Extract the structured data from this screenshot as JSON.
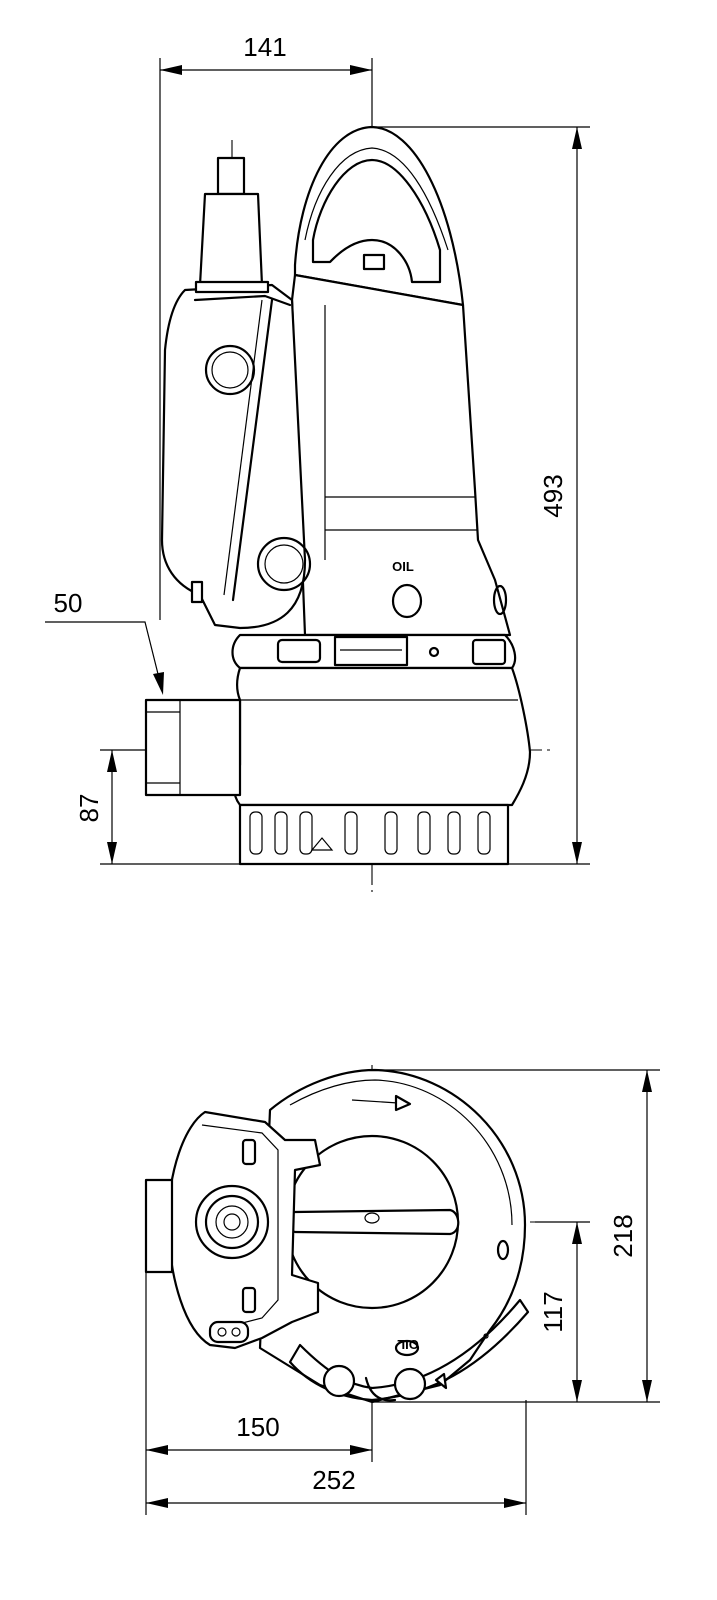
{
  "dimensions": {
    "top_width_to_center": "141",
    "outlet_diameter": "50",
    "total_height": "493",
    "outlet_center_height": "87",
    "plan_depth": "218",
    "plan_center_offset": "117",
    "plan_width_to_center": "150",
    "plan_total_width": "252"
  },
  "labels": {
    "oil_side": "OIL",
    "oil_top": "OIL"
  }
}
